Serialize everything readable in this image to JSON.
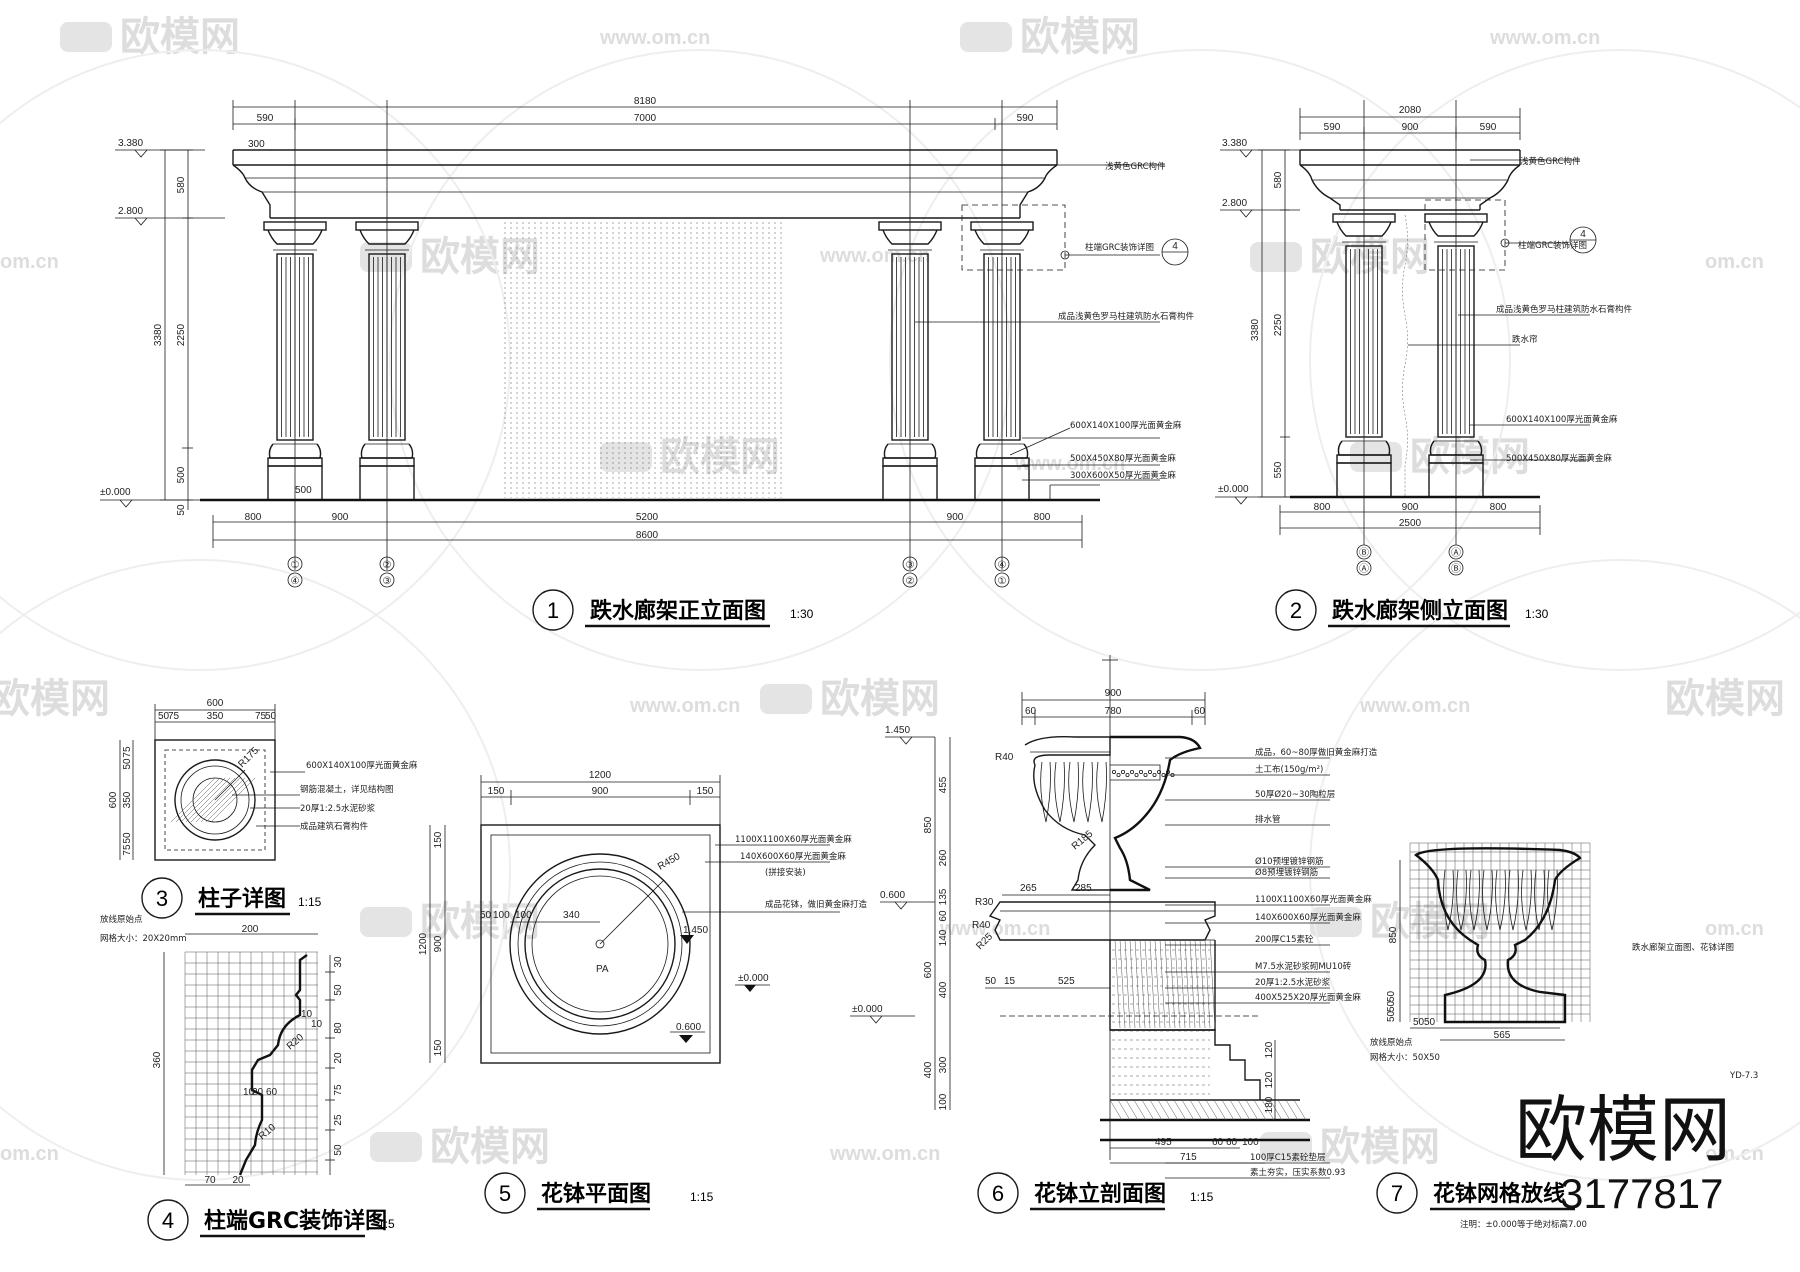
{
  "watermarks": {
    "brand": "欧模网",
    "url": "www.om.cn",
    "short_url": "om.cn",
    "partial": "欧模网"
  },
  "branding": {
    "name": "欧模网",
    "id": "3177817"
  },
  "views": {
    "v1": {
      "number": "1",
      "title": "跌水廊架正立面图",
      "scale": "1:30"
    },
    "v2": {
      "number": "2",
      "title": "跌水廊架侧立面图",
      "scale": "1:30"
    },
    "v3": {
      "number": "3",
      "title": "柱子详图",
      "scale": "1:15"
    },
    "v4": {
      "number": "4",
      "title": "柱端GRC装饰详图",
      "scale": "1:5"
    },
    "v5": {
      "number": "5",
      "title": "花钵平面图",
      "scale": "1:15"
    },
    "v6": {
      "number": "6",
      "title": "花钵立剖面图",
      "scale": "1:15"
    },
    "v7": {
      "number": "7",
      "title": "花钵网格放线",
      "scale": ""
    }
  },
  "front": {
    "top_total": "8180",
    "top_parts": [
      "590",
      "7000",
      "590"
    ],
    "sub_300": "300",
    "levels": [
      "3.380",
      "2.800",
      "±0.000"
    ],
    "left_dims": [
      "580",
      "2250",
      "500",
      "50"
    ],
    "overall_h": "3380",
    "base_label": "500",
    "bottom_parts": [
      "800",
      "900",
      "5200",
      "900",
      "800"
    ],
    "bottom_total": "8600",
    "axes_top": [
      "①",
      "②",
      "③",
      "④"
    ],
    "axes_bot": [
      "④",
      "③",
      "②",
      "①"
    ],
    "notes": [
      "浅黄色GRC构件",
      "柱端GRC装饰详图",
      "成品浅黄色罗马柱建筑防水石膏构件",
      "600X140X100厚光面黄金麻",
      "500X450X80厚光面黄金麻",
      "300X600X50厚光面黄金麻"
    ],
    "callout": "4"
  },
  "side": {
    "top_total": "2080",
    "top_parts": [
      "590",
      "900",
      "590"
    ],
    "levels": [
      "3.380",
      "2.800",
      "±0.000"
    ],
    "left_dims": [
      "580",
      "2250",
      "550"
    ],
    "overall_h": "3380",
    "bottom_parts": [
      "800",
      "900",
      "800"
    ],
    "bottom_total": "2500",
    "axes_top": [
      "Ⓑ",
      "Ⓐ"
    ],
    "axes_bot": [
      "Ⓐ",
      "Ⓑ"
    ],
    "notes": [
      "浅黄色GRC构件",
      "柱端GRC装饰详图",
      "成品浅黄色罗马柱建筑防水石膏构件",
      "跌水帘",
      "600X140X100厚光面黄金麻",
      "500X450X80厚光面黄金麻"
    ],
    "callout": "4"
  },
  "column": {
    "top": "600",
    "top_parts": [
      "50",
      "75",
      "350",
      "75",
      "50"
    ],
    "left": "600",
    "left_parts": [
      "75",
      "50",
      "350",
      "50",
      "75"
    ],
    "radius": "R175",
    "notes": [
      "600X140X100厚光面黄金麻",
      "钢筋混凝土，详见结构图",
      "20厚1:2.5水泥砂浆",
      "成品建筑石膏构件"
    ]
  },
  "grc": {
    "notes": [
      "放线原始点",
      "网格大小：20X20mm"
    ],
    "top": "200",
    "left": "360",
    "right_dims": [
      "30",
      "50",
      "80",
      "20",
      "75",
      "25",
      "50"
    ],
    "inner": [
      "10",
      "20",
      "60",
      "10",
      "10",
      "R20",
      "R10"
    ],
    "bottom": [
      "70",
      "20"
    ]
  },
  "planter_plan": {
    "top": "1200",
    "top_parts": [
      "150",
      "900",
      "150"
    ],
    "left": "1200",
    "left_parts": [
      "150",
      "900",
      "150"
    ],
    "radius": "R450",
    "inner_dims": [
      "50",
      "100",
      "100",
      "340"
    ],
    "center": "PA",
    "levels": [
      "1.450",
      "±0.000",
      "0.600"
    ],
    "notes": [
      "1100X1100X60厚光面黄金麻",
      "140X600X60厚光面黄金麻",
      "(拼接安装)",
      "成品花钵，做旧黄金麻打造"
    ]
  },
  "planter_section": {
    "top": "900",
    "top_parts": [
      "60",
      "780",
      "60"
    ],
    "levels": [
      "1.450",
      "0.600",
      "±0.000"
    ],
    "left_outer": [
      "850",
      "600",
      "400"
    ],
    "left_inner": [
      "455",
      "260",
      "135",
      "60",
      "140",
      "400",
      "300",
      "100"
    ],
    "radii": [
      "R40",
      "R185",
      "R30",
      "R40",
      "R25"
    ],
    "dims": [
      "265",
      "285",
      "50",
      "15",
      "525",
      "495",
      "715",
      "60",
      "60",
      "100",
      "120",
      "120",
      "180"
    ],
    "notes": [
      "成品，60~80厚做旧黄金麻打造",
      "土工布(150g/m²)",
      "50厚Ø20~30陶粒层",
      "排水管",
      "Ø10预埋镀锌钢筋",
      "Ø8预埋镀锌钢筋",
      "1100X1100X60厚光面黄金麻",
      "140X600X60厚光面黄金麻",
      "200厚C15素砼",
      "M7.5水泥砂浆砌MU10砖",
      "20厚1:2.5水泥砂浆",
      "400X525X20厚光面黄金麻",
      "100厚C15素砼垫层",
      "素土夯实，压实系数0.93"
    ]
  },
  "planter_grid": {
    "left": "850",
    "left_small": [
      "50",
      "50",
      "50"
    ],
    "bottom_small": [
      "50",
      "50"
    ],
    "bottom": "565",
    "notes": [
      "放线原始点",
      "网格大小：50X50"
    ]
  },
  "sheet": {
    "title": "跌水廊架立面图、花钵详图",
    "code": "YD-7.3",
    "note": "注明：±0.000等于绝对标高7.00"
  }
}
